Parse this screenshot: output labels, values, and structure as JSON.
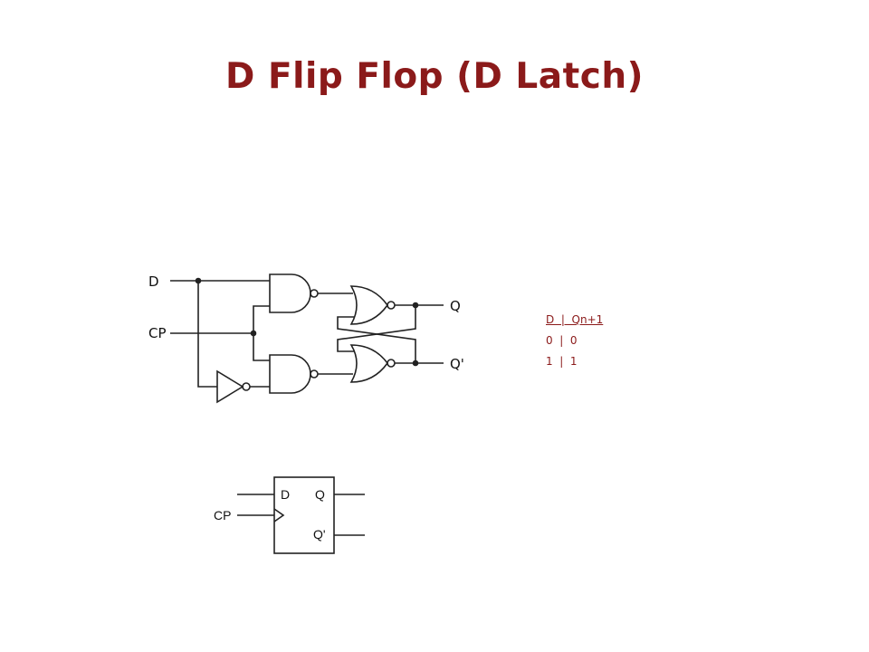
{
  "title": "D Flip Flop (D Latch)",
  "circuit": {
    "inputs": [
      "D",
      "CP"
    ],
    "outputs": [
      "Q",
      "Q'"
    ]
  },
  "truth_table": {
    "header": "D  |  Qn+1",
    "rows": [
      "0  |  0",
      "1  |  1"
    ]
  },
  "symbol": {
    "pins_left": [
      "D"
    ],
    "pins_right": [
      "Q",
      "Q'"
    ],
    "clock_label": "CP"
  }
}
